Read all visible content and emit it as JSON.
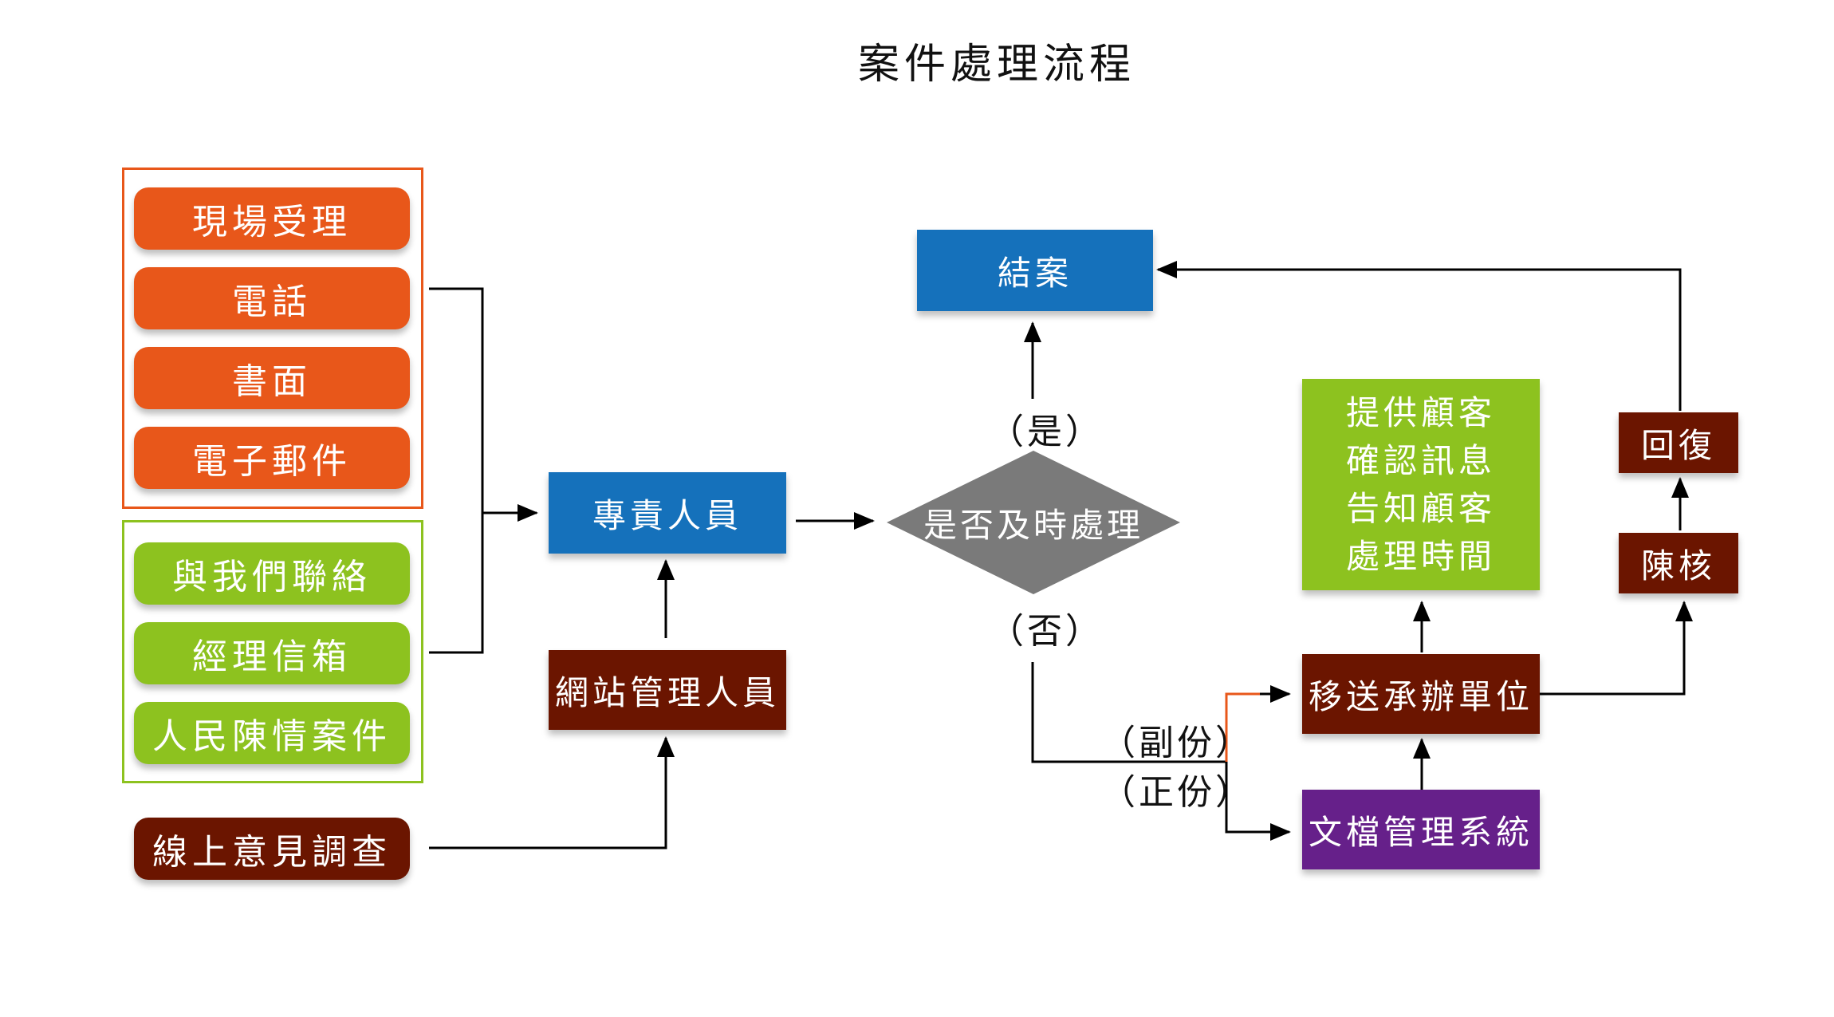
{
  "title": "案件處理流程",
  "channels_group_a": [
    "現場受理",
    "電話",
    "書面",
    "電子郵件"
  ],
  "channels_group_b": [
    "與我們聯絡",
    "經理信箱",
    "人民陳情案件"
  ],
  "online_survey": "線上意見調查",
  "web_admin": "網站管理人員",
  "staff": "專責人員",
  "decision": "是否及時處理",
  "yes_label": "（是）",
  "no_label": "（否）",
  "close_case": "結案",
  "copy_label": "（副份）",
  "original_label": "（正份）",
  "transfer_unit": "移送承辦單位",
  "doc_system": "文檔管理系統",
  "provide_info": [
    "提供顧客",
    "確認訊息",
    "告知顧客",
    "處理時間"
  ],
  "review": "陳核",
  "reply": "回復",
  "colors": {
    "orange": "#e8571a",
    "green": "#8dc21f",
    "maroon": "#6b1500",
    "blue": "#1571bb",
    "purple": "#66208a",
    "gray": "#7a7a7a"
  }
}
